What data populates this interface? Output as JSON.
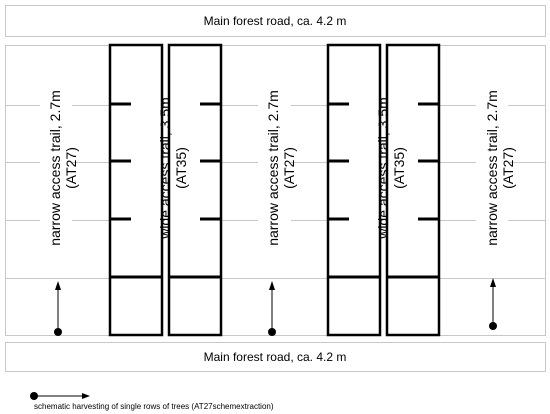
{
  "roads": {
    "top_label": "Main forest road, ca. 4.2 m",
    "bottom_label": "Main forest road, ca. 4.2 m"
  },
  "trails": {
    "narrow": {
      "line1": "narrow access trail, 2.7m",
      "line2": "(AT27)"
    },
    "wide": {
      "line1": "wide access trail, 3.5m",
      "line2": "(AT35)"
    }
  },
  "legend": {
    "label": "schematic harvesting of single rows of trees (AT27schemextraction)"
  },
  "colors": {
    "thin_line": "#c8c8c8",
    "thick_line": "#000000",
    "background": "#ffffff"
  }
}
